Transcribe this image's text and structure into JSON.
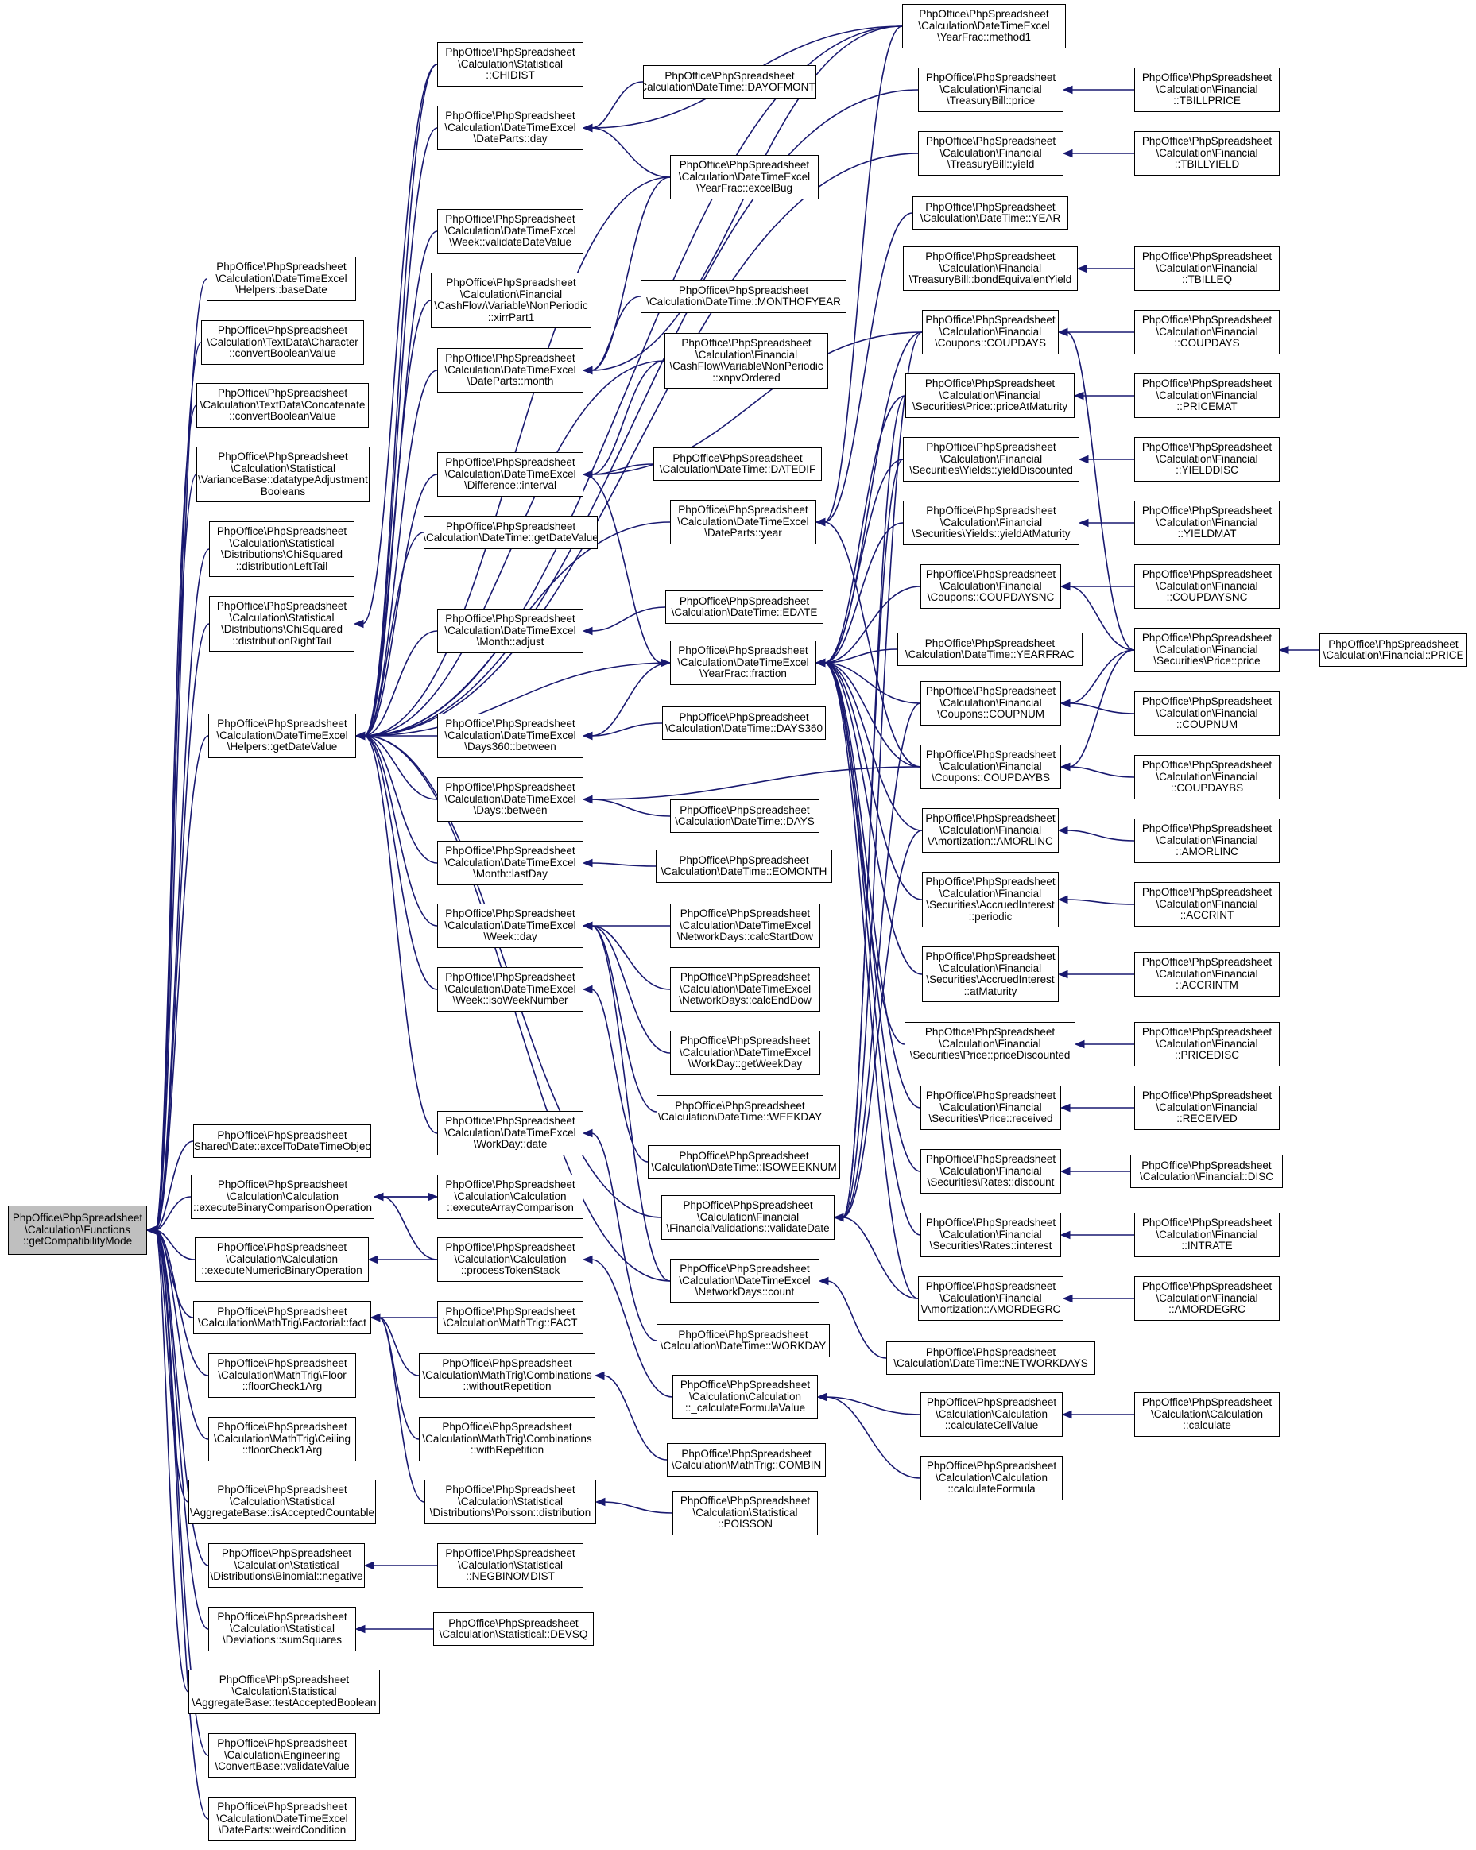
{
  "colors": {
    "edge": "#191970",
    "root_fill": "#bfbfbf",
    "node_fill": "#ffffff",
    "node_border": "#000000"
  },
  "nodes": {
    "root": "PhpOffice\\PhpSpreadsheet\n\\Calculation\\Functions\n::getCompatibilityMode",
    "baseDate": "PhpOffice\\PhpSpreadsheet\n\\Calculation\\DateTimeExcel\n\\Helpers::baseDate",
    "charConvBool": "PhpOffice\\PhpSpreadsheet\n\\Calculation\\TextData\\Character\n::convertBooleanValue",
    "concatConvBool": "PhpOffice\\PhpSpreadsheet\n\\Calculation\\TextData\\Concatenate\n::convertBooleanValue",
    "varianceAdj": "PhpOffice\\PhpSpreadsheet\n\\Calculation\\Statistical\n\\VarianceBase::datatypeAdjustment\nBooleans",
    "chiLeft": "PhpOffice\\PhpSpreadsheet\n\\Calculation\\Statistical\n\\Distributions\\ChiSquared\n::distributionLeftTail",
    "chiRight": "PhpOffice\\PhpSpreadsheet\n\\Calculation\\Statistical\n\\Distributions\\ChiSquared\n::distributionRightTail",
    "getDateValue": "PhpOffice\\PhpSpreadsheet\n\\Calculation\\DateTimeExcel\n\\Helpers::getDateValue",
    "excelToDT": "PhpOffice\\PhpSpreadsheet\n\\Shared\\Date::excelToDateTimeObject",
    "execBinary": "PhpOffice\\PhpSpreadsheet\n\\Calculation\\Calculation\n::executeBinaryComparisonOperation",
    "execNumeric": "PhpOffice\\PhpSpreadsheet\n\\Calculation\\Calculation\n::executeNumericBinaryOperation",
    "factorialFact": "PhpOffice\\PhpSpreadsheet\n\\Calculation\\MathTrig\\Factorial::fact",
    "floorCheck": "PhpOffice\\PhpSpreadsheet\n\\Calculation\\MathTrig\\Floor\n::floorCheck1Arg",
    "ceilingCheck": "PhpOffice\\PhpSpreadsheet\n\\Calculation\\MathTrig\\Ceiling\n::floorCheck1Arg",
    "isAccCountable": "PhpOffice\\PhpSpreadsheet\n\\Calculation\\Statistical\n\\AggregateBase::isAcceptedCountable",
    "binomNeg": "PhpOffice\\PhpSpreadsheet\n\\Calculation\\Statistical\n\\Distributions\\Binomial::negative",
    "sumSquares": "PhpOffice\\PhpSpreadsheet\n\\Calculation\\Statistical\n\\Deviations::sumSquares",
    "testAccBool": "PhpOffice\\PhpSpreadsheet\n\\Calculation\\Statistical\n\\AggregateBase::testAcceptedBoolean",
    "validateValue": "PhpOffice\\PhpSpreadsheet\n\\Calculation\\Engineering\n\\ConvertBase::validateValue",
    "weirdCond": "PhpOffice\\PhpSpreadsheet\n\\Calculation\\DateTimeExcel\n\\DateParts::weirdCondition",
    "chidist": "PhpOffice\\PhpSpreadsheet\n\\Calculation\\Statistical\n::CHIDIST",
    "datePartsDay": "PhpOffice\\PhpSpreadsheet\n\\Calculation\\DateTimeExcel\n\\DateParts::day",
    "weekValidate": "PhpOffice\\PhpSpreadsheet\n\\Calculation\\DateTimeExcel\n\\Week::validateDateValue",
    "xirrPart1": "PhpOffice\\PhpSpreadsheet\n\\Calculation\\Financial\n\\CashFlow\\Variable\\NonPeriodic\n::xirrPart1",
    "datePartsMonth": "PhpOffice\\PhpSpreadsheet\n\\Calculation\\DateTimeExcel\n\\DateParts::month",
    "diffInterval": "PhpOffice\\PhpSpreadsheet\n\\Calculation\\DateTimeExcel\n\\Difference::interval",
    "dtGetDateValue": "PhpOffice\\PhpSpreadsheet\n\\Calculation\\DateTime::getDateValue",
    "monthAdjust": "PhpOffice\\PhpSpreadsheet\n\\Calculation\\DateTimeExcel\n\\Month::adjust",
    "days360Between": "PhpOffice\\PhpSpreadsheet\n\\Calculation\\DateTimeExcel\n\\Days360::between",
    "daysBetween": "PhpOffice\\PhpSpreadsheet\n\\Calculation\\DateTimeExcel\n\\Days::between",
    "monthLastDay": "PhpOffice\\PhpSpreadsheet\n\\Calculation\\DateTimeExcel\n\\Month::lastDay",
    "weekDay": "PhpOffice\\PhpSpreadsheet\n\\Calculation\\DateTimeExcel\n\\Week::day",
    "weekIso": "PhpOffice\\PhpSpreadsheet\n\\Calculation\\DateTimeExcel\n\\Week::isoWeekNumber",
    "workDayDate": "PhpOffice\\PhpSpreadsheet\n\\Calculation\\DateTimeExcel\n\\WorkDay::date",
    "execArray": "PhpOffice\\PhpSpreadsheet\n\\Calculation\\Calculation\n::executeArrayComparison",
    "procToken": "PhpOffice\\PhpSpreadsheet\n\\Calculation\\Calculation\n::processTokenStack",
    "mtFact": "PhpOffice\\PhpSpreadsheet\n\\Calculation\\MathTrig::FACT",
    "combWithout": "PhpOffice\\PhpSpreadsheet\n\\Calculation\\MathTrig\\Combinations\n::withoutRepetition",
    "combWith": "PhpOffice\\PhpSpreadsheet\n\\Calculation\\MathTrig\\Combinations\n::withRepetition",
    "poissonDist": "PhpOffice\\PhpSpreadsheet\n\\Calculation\\Statistical\n\\Distributions\\Poisson::distribution",
    "negbinom": "PhpOffice\\PhpSpreadsheet\n\\Calculation\\Statistical\n::NEGBINOMDIST",
    "devsq": "PhpOffice\\PhpSpreadsheet\n\\Calculation\\Statistical::DEVSQ",
    "dayofmonth": "PhpOffice\\PhpSpreadsheet\n\\Calculation\\DateTime::DAYOFMONTH",
    "excelBug": "PhpOffice\\PhpSpreadsheet\n\\Calculation\\DateTimeExcel\n\\YearFrac::excelBug",
    "monthofyear": "PhpOffice\\PhpSpreadsheet\n\\Calculation\\DateTime::MONTHOFYEAR",
    "xnpvOrdered": "PhpOffice\\PhpSpreadsheet\n\\Calculation\\Financial\n\\CashFlow\\Variable\\NonPeriodic\n::xnpvOrdered",
    "datedif": "PhpOffice\\PhpSpreadsheet\n\\Calculation\\DateTime::DATEDIF",
    "datePartsYear": "PhpOffice\\PhpSpreadsheet\n\\Calculation\\DateTimeExcel\n\\DateParts::year",
    "edate": "PhpOffice\\PhpSpreadsheet\n\\Calculation\\DateTime::EDATE",
    "yearFracFraction": "PhpOffice\\PhpSpreadsheet\n\\Calculation\\DateTimeExcel\n\\YearFrac::fraction",
    "days360": "PhpOffice\\PhpSpreadsheet\n\\Calculation\\DateTime::DAYS360",
    "days": "PhpOffice\\PhpSpreadsheet\n\\Calculation\\DateTime::DAYS",
    "eomonth": "PhpOffice\\PhpSpreadsheet\n\\Calculation\\DateTime::EOMONTH",
    "calcStartDow": "PhpOffice\\PhpSpreadsheet\n\\Calculation\\DateTimeExcel\n\\NetworkDays::calcStartDow",
    "calcEndDow": "PhpOffice\\PhpSpreadsheet\n\\Calculation\\DateTimeExcel\n\\NetworkDays::calcEndDow",
    "getWeekDay": "PhpOffice\\PhpSpreadsheet\n\\Calculation\\DateTimeExcel\n\\WorkDay::getWeekDay",
    "weekdayFn": "PhpOffice\\PhpSpreadsheet\n\\Calculation\\DateTime::WEEKDAY",
    "isoweeknum": "PhpOffice\\PhpSpreadsheet\n\\Calculation\\DateTime::ISOWEEKNUM",
    "validateDate": "PhpOffice\\PhpSpreadsheet\n\\Calculation\\Financial\n\\FinancialValidations::validateDate",
    "networkDaysCount": "PhpOffice\\PhpSpreadsheet\n\\Calculation\\DateTimeExcel\n\\NetworkDays::count",
    "workdayFn": "PhpOffice\\PhpSpreadsheet\n\\Calculation\\DateTime::WORKDAY",
    "calcFormulaValue": "PhpOffice\\PhpSpreadsheet\n\\Calculation\\Calculation\n::_calculateFormulaValue",
    "combin": "PhpOffice\\PhpSpreadsheet\n\\Calculation\\MathTrig::COMBIN",
    "poisson": "PhpOffice\\PhpSpreadsheet\n\\Calculation\\Statistical\n::POISSON",
    "method1": "PhpOffice\\PhpSpreadsheet\n\\Calculation\\DateTimeExcel\n\\YearFrac::method1",
    "tbillPrice": "PhpOffice\\PhpSpreadsheet\n\\Calculation\\Financial\n\\TreasuryBill::price",
    "tbillYield": "PhpOffice\\PhpSpreadsheet\n\\Calculation\\Financial\n\\TreasuryBill::yield",
    "year": "PhpOffice\\PhpSpreadsheet\n\\Calculation\\DateTime::YEAR",
    "bondEquiv": "PhpOffice\\PhpSpreadsheet\n\\Calculation\\Financial\n\\TreasuryBill::bondEquivalentYield",
    "coupdaysC": "PhpOffice\\PhpSpreadsheet\n\\Calculation\\Financial\n\\Coupons::COUPDAYS",
    "priceAtMat": "PhpOffice\\PhpSpreadsheet\n\\Calculation\\Financial\n\\Securities\\Price::priceAtMaturity",
    "yieldDisc": "PhpOffice\\PhpSpreadsheet\n\\Calculation\\Financial\n\\Securities\\Yields::yieldDiscounted",
    "yieldAtMat": "PhpOffice\\PhpSpreadsheet\n\\Calculation\\Financial\n\\Securities\\Yields::yieldAtMaturity",
    "coupdaysncC": "PhpOffice\\PhpSpreadsheet\n\\Calculation\\Financial\n\\Coupons::COUPDAYSNC",
    "yearfrac": "PhpOffice\\PhpSpreadsheet\n\\Calculation\\DateTime::YEARFRAC",
    "coupnumC": "PhpOffice\\PhpSpreadsheet\n\\Calculation\\Financial\n\\Coupons::COUPNUM",
    "coupdaybsC": "PhpOffice\\PhpSpreadsheet\n\\Calculation\\Financial\n\\Coupons::COUPDAYBS",
    "amorlincA": "PhpOffice\\PhpSpreadsheet\n\\Calculation\\Financial\n\\Amortization::AMORLINC",
    "accrPeriodic": "PhpOffice\\PhpSpreadsheet\n\\Calculation\\Financial\n\\Securities\\AccruedInterest\n::periodic",
    "accrAtMat": "PhpOffice\\PhpSpreadsheet\n\\Calculation\\Financial\n\\Securities\\AccruedInterest\n::atMaturity",
    "priceDisc": "PhpOffice\\PhpSpreadsheet\n\\Calculation\\Financial\n\\Securities\\Price::priceDiscounted",
    "received": "PhpOffice\\PhpSpreadsheet\n\\Calculation\\Financial\n\\Securities\\Price::received",
    "ratesDiscount": "PhpOffice\\PhpSpreadsheet\n\\Calculation\\Financial\n\\Securities\\Rates::discount",
    "ratesInterest": "PhpOffice\\PhpSpreadsheet\n\\Calculation\\Financial\n\\Securities\\Rates::interest",
    "amordegrcA": "PhpOffice\\PhpSpreadsheet\n\\Calculation\\Financial\n\\Amortization::AMORDEGRC",
    "networkdays": "PhpOffice\\PhpSpreadsheet\n\\Calculation\\DateTime::NETWORKDAYS",
    "calcCellValue": "PhpOffice\\PhpSpreadsheet\n\\Calculation\\Calculation\n::calculateCellValue",
    "calcFormula": "PhpOffice\\PhpSpreadsheet\n\\Calculation\\Calculation\n::calculateFormula",
    "TBILLPRICE": "PhpOffice\\PhpSpreadsheet\n\\Calculation\\Financial\n::TBILLPRICE",
    "TBILLYIELD": "PhpOffice\\PhpSpreadsheet\n\\Calculation\\Financial\n::TBILLYIELD",
    "TBILLEQ": "PhpOffice\\PhpSpreadsheet\n\\Calculation\\Financial\n::TBILLEQ",
    "COUPDAYS": "PhpOffice\\PhpSpreadsheet\n\\Calculation\\Financial\n::COUPDAYS",
    "PRICEMAT": "PhpOffice\\PhpSpreadsheet\n\\Calculation\\Financial\n::PRICEMAT",
    "YIELDDISC": "PhpOffice\\PhpSpreadsheet\n\\Calculation\\Financial\n::YIELDDISC",
    "YIELDMAT": "PhpOffice\\PhpSpreadsheet\n\\Calculation\\Financial\n::YIELDMAT",
    "COUPDAYSNC": "PhpOffice\\PhpSpreadsheet\n\\Calculation\\Financial\n::COUPDAYSNC",
    "secPrice": "PhpOffice\\PhpSpreadsheet\n\\Calculation\\Financial\n\\Securities\\Price::price",
    "COUPNUM": "PhpOffice\\PhpSpreadsheet\n\\Calculation\\Financial\n::COUPNUM",
    "COUPDAYBS": "PhpOffice\\PhpSpreadsheet\n\\Calculation\\Financial\n::COUPDAYBS",
    "AMORLINC": "PhpOffice\\PhpSpreadsheet\n\\Calculation\\Financial\n::AMORLINC",
    "ACCRINT": "PhpOffice\\PhpSpreadsheet\n\\Calculation\\Financial\n::ACCRINT",
    "ACCRINTM": "PhpOffice\\PhpSpreadsheet\n\\Calculation\\Financial\n::ACCRINTM",
    "PRICEDISC": "PhpOffice\\PhpSpreadsheet\n\\Calculation\\Financial\n::PRICEDISC",
    "RECEIVED": "PhpOffice\\PhpSpreadsheet\n\\Calculation\\Financial\n::RECEIVED",
    "DISC": "PhpOffice\\PhpSpreadsheet\n\\Calculation\\Financial::DISC",
    "INTRATE": "PhpOffice\\PhpSpreadsheet\n\\Calculation\\Financial\n::INTRATE",
    "AMORDEGRC": "PhpOffice\\PhpSpreadsheet\n\\Calculation\\Financial\n::AMORDEGRC",
    "calculate": "PhpOffice\\PhpSpreadsheet\n\\Calculation\\Calculation\n::calculate",
    "PRICE": "PhpOffice\\PhpSpreadsheet\n\\Calculation\\Financial::PRICE"
  }
}
